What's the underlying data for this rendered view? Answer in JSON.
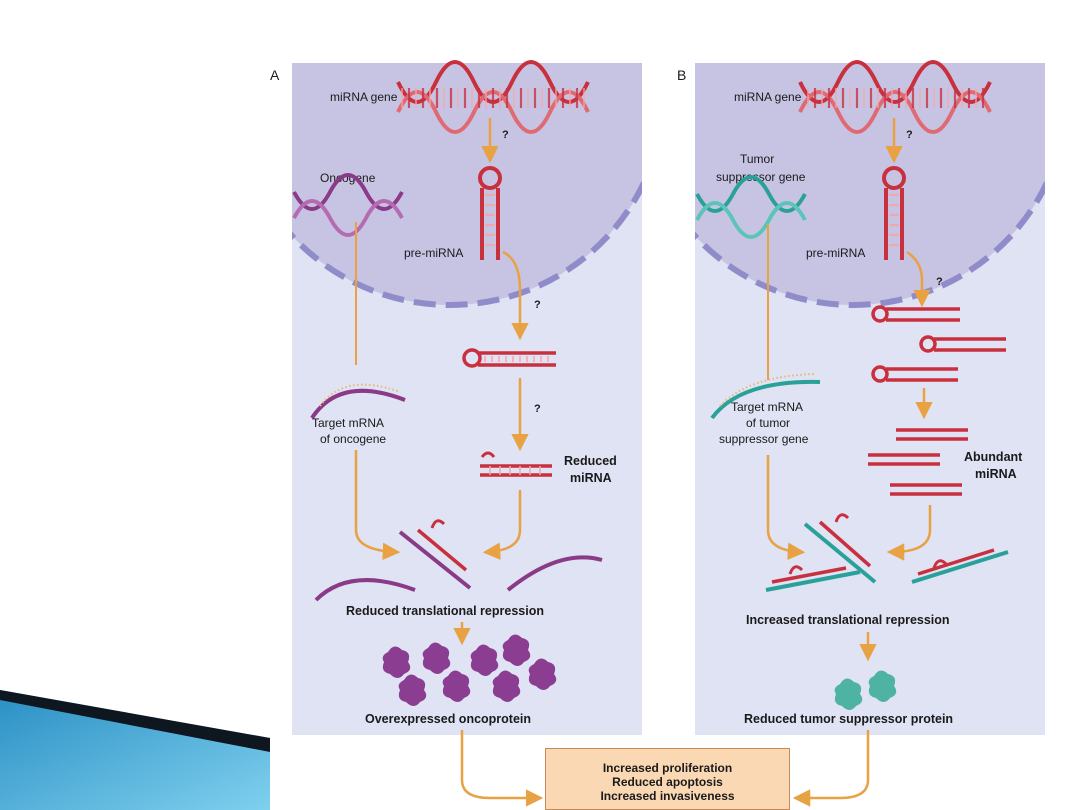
{
  "panel_a": {
    "letter": "A",
    "mirna_gene": "miRNA gene",
    "q1": "?",
    "oncogene": "Oncogene",
    "pre_mirna": "pre-miRNA",
    "q2": "?",
    "q3": "?",
    "target_line1": "Target mRNA",
    "target_line2": "of oncogene",
    "reduced_line1": "Reduced",
    "reduced_line2": "miRNA",
    "repression": "Reduced translational repression",
    "protein": "Overexpressed oncoprotein"
  },
  "panel_b": {
    "letter": "B",
    "mirna_gene": "miRNA gene",
    "q1": "?",
    "tsg_line1": "Tumor",
    "tsg_line2": "suppressor gene",
    "pre_mirna": "pre-miRNA",
    "q2": "?",
    "target_line1": "Target mRNA",
    "target_line2": "of tumor",
    "target_line3": "suppressor gene",
    "abundant_line1": "Abundant",
    "abundant_line2": "miRNA",
    "repression": "Increased translational repression",
    "protein": "Reduced tumor suppressor protein"
  },
  "outcome": {
    "line1": "Increased proliferation",
    "line2": "Reduced apoptosis",
    "line3": "Increased invasiveness"
  },
  "colors": {
    "panel_bg": "#dfe3f4",
    "nucleus": "#c7c4e3",
    "membrane_dash": "#8f8cc9",
    "arrow": "#e8a143",
    "mirna": "#c9303e",
    "oncogene": "#8a3a86",
    "tumor_suppressor": "#2aa198",
    "protein_purple": "#8b3d91",
    "protein_teal": "#4fb3a4",
    "outcome_box": "#fbd8b4"
  }
}
